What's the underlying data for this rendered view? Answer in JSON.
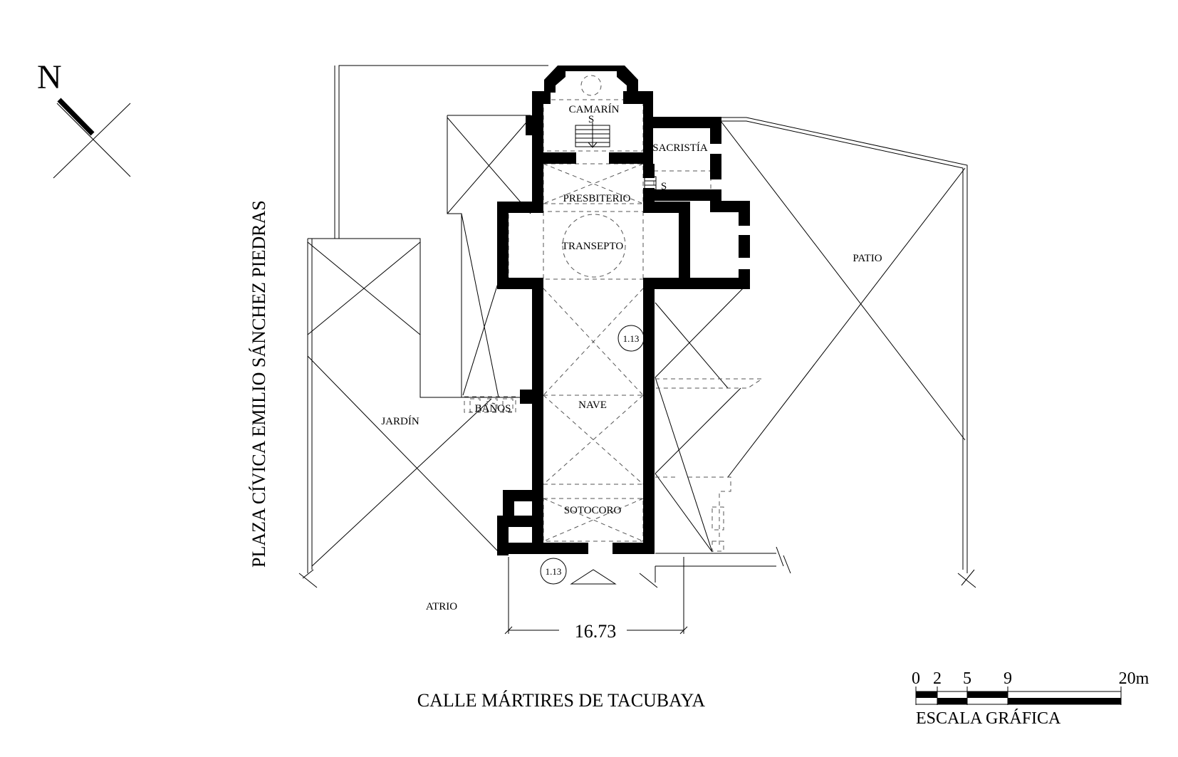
{
  "compass": {
    "north_label": "N"
  },
  "streets": {
    "west": "PLAZA CÍVICA EMILIO SÁNCHEZ PIEDRAS",
    "south": "CALLE MÁRTIRES DE TACUBAYA"
  },
  "rooms": {
    "camarin": "CAMARÍN",
    "sacristia": "SACRISTÍA",
    "presbiterio": "PRESBITERIO",
    "transepto": "TRANSEPTO",
    "nave": "NAVE",
    "sotocoro": "SOTOCORO",
    "banos": "BAÑOS",
    "jardin": "JARDÍN",
    "patio": "PATIO",
    "atrio": "ATRIO"
  },
  "stair_marks": {
    "camarin": "S",
    "sacristia": "S"
  },
  "section_marks": {
    "nave": "1.13",
    "entrance": "1.13"
  },
  "dimension": {
    "width": "16.73"
  },
  "scale_bar": {
    "ticks": [
      "0",
      "2",
      "5",
      "9",
      "20m"
    ],
    "title": "ESCALA GRÁFICA"
  },
  "colors": {
    "ink": "#000000",
    "background": "#ffffff",
    "hidden_line": "#555555"
  }
}
